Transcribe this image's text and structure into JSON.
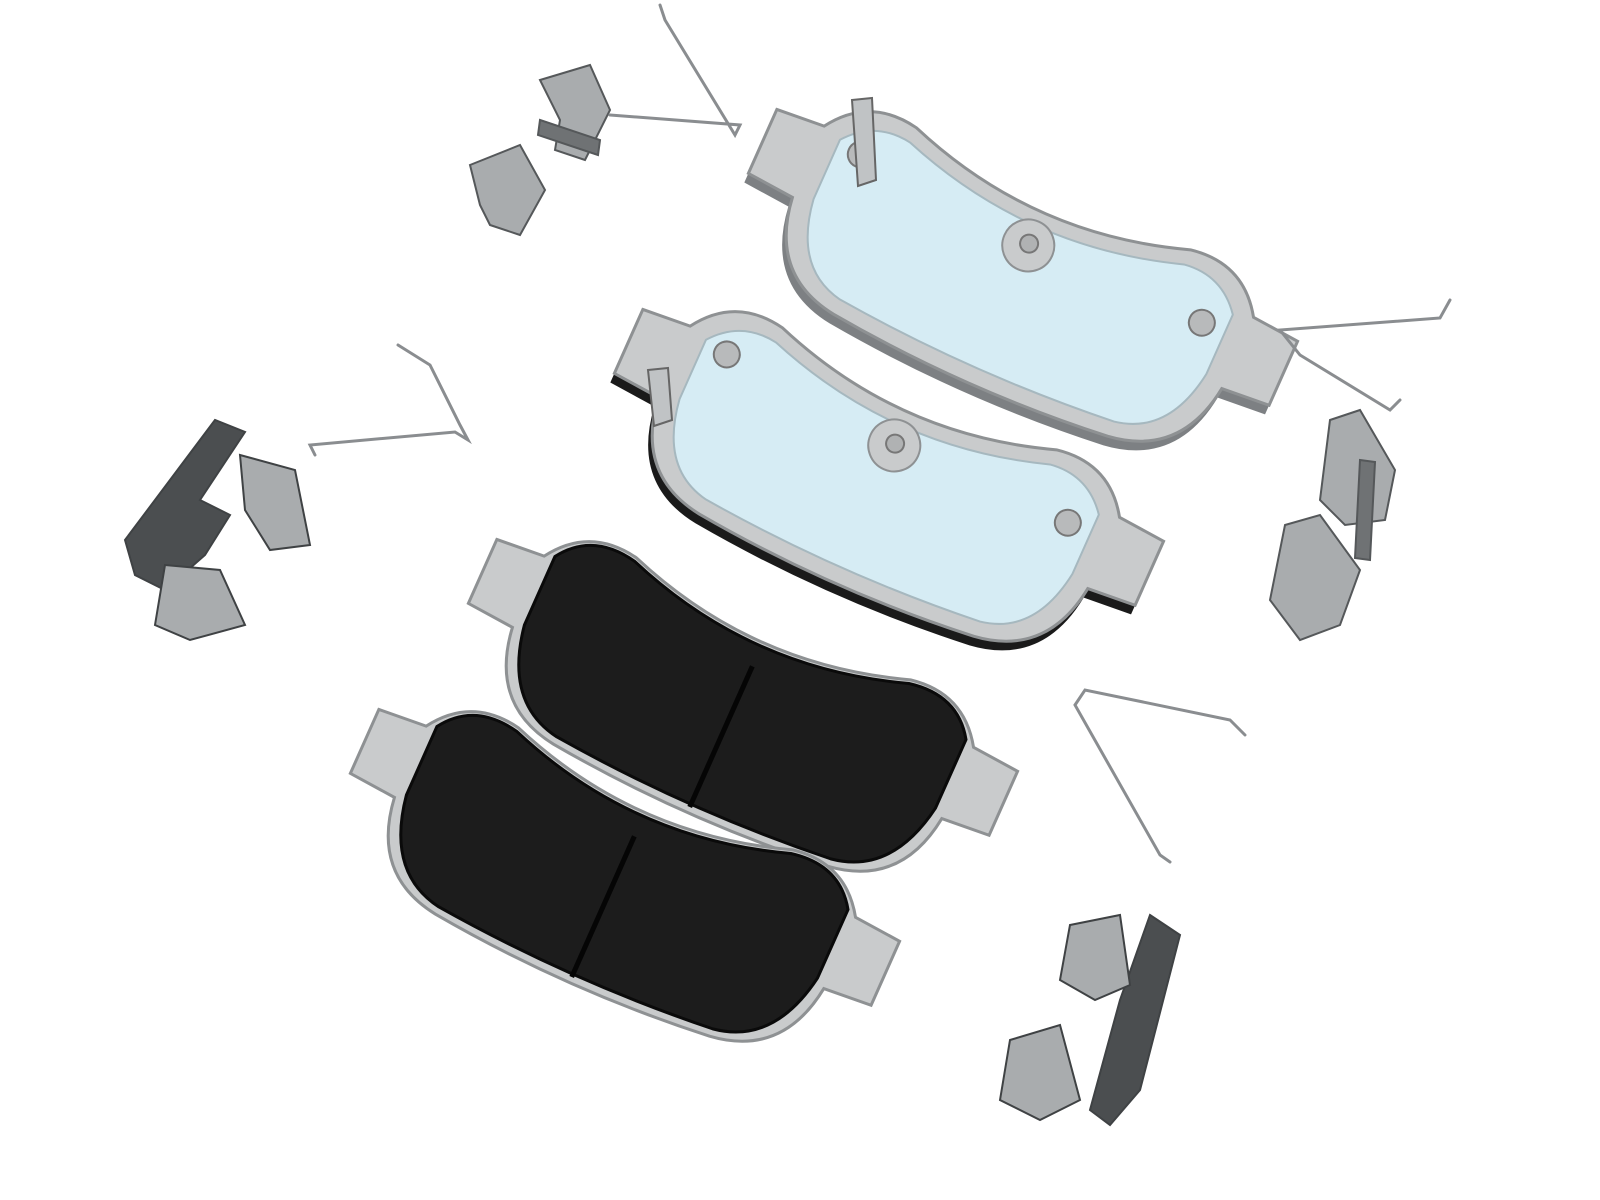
{
  "colors": {
    "background": "#ffffff",
    "backing_plate": "#c9cbcc",
    "backing_plate_edge": "#8e9193",
    "shim": "#d6ecf4",
    "friction": "#1c1c1c",
    "friction_edge": "#0a0a0a",
    "hardware": "#a9acae",
    "hardware_dark": "#55585a",
    "spring": "#8a8d90"
  },
  "image": {
    "pads_back_view": 2,
    "pads_friction_view": 2,
    "abutment_clips": 4,
    "springs": 4
  }
}
